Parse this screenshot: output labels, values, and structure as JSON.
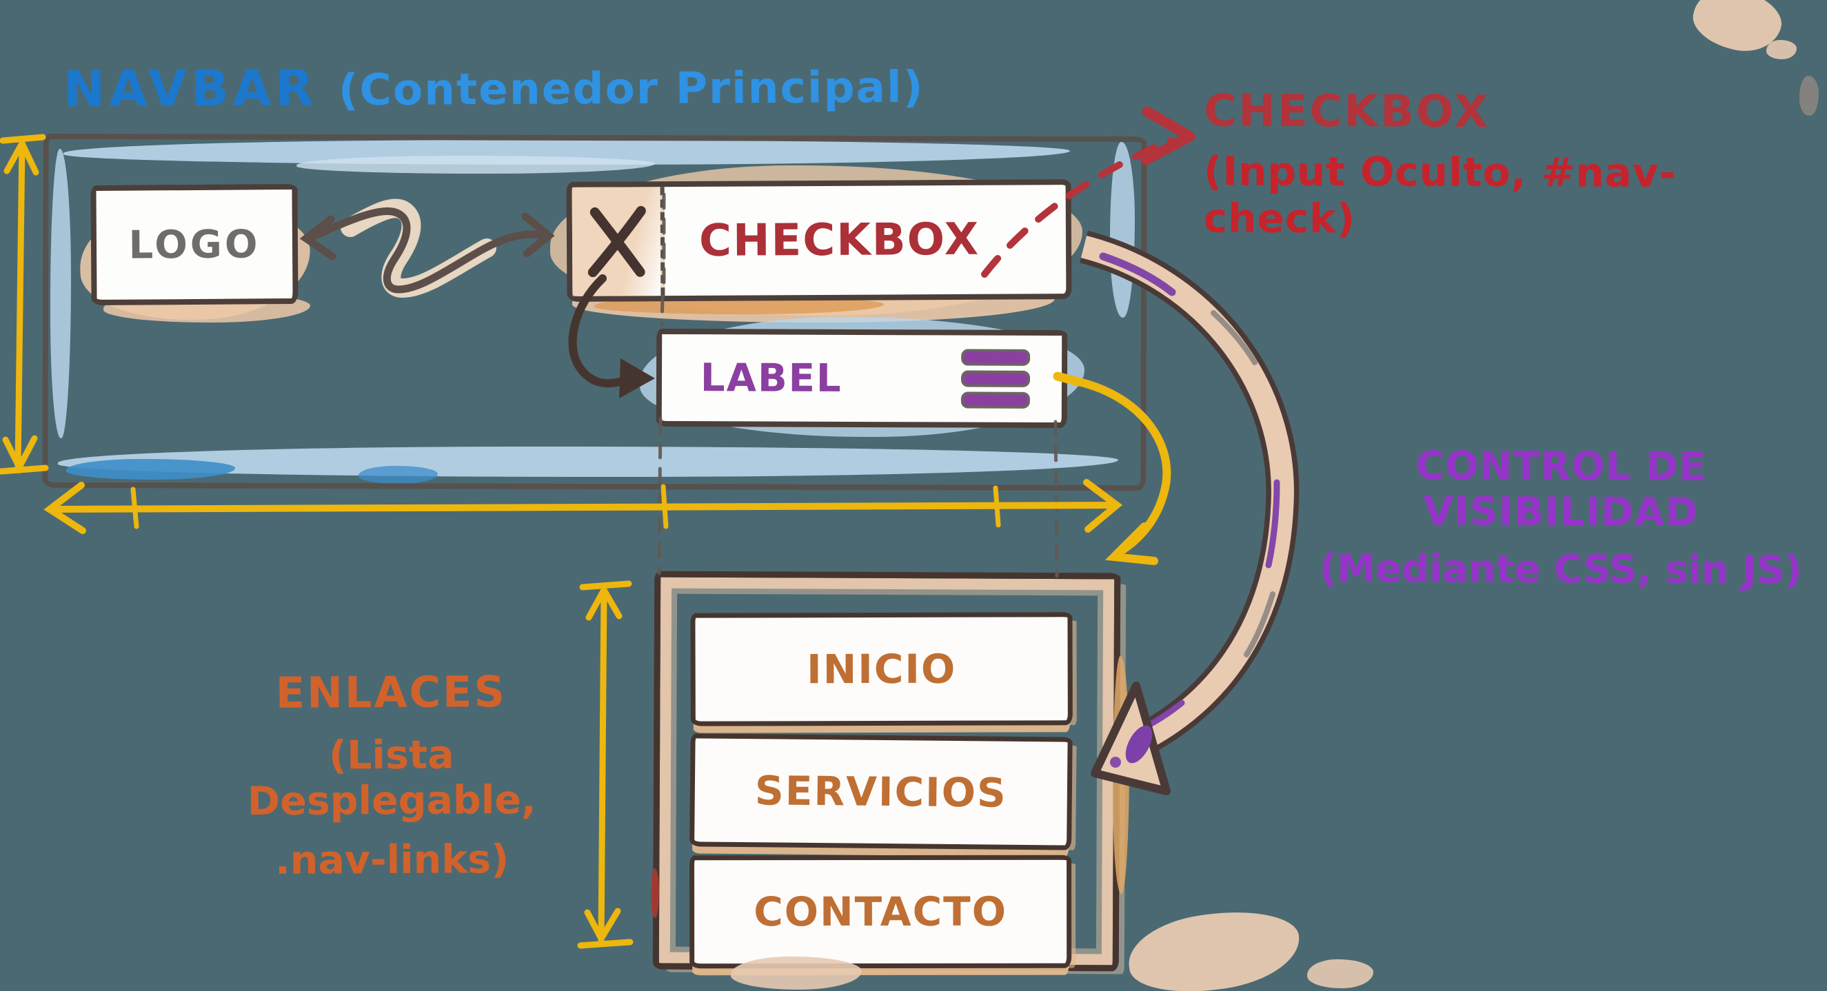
{
  "title": {
    "navbar": "NAVBAR",
    "paren": "(Contenedor Principal)"
  },
  "navbar": {
    "logo": "LOGO",
    "checkbox": "CHECKBOX",
    "label": "LABEL"
  },
  "menu": {
    "items": [
      "INICIO",
      "SERVICIOS",
      "CONTACTO"
    ]
  },
  "annotations": {
    "checkbox": {
      "title": "CHECKBOX",
      "subtitle": "(Input Oculto, #nav-check)"
    },
    "visibility": {
      "title": "CONTROL DE VISIBILIDAD",
      "subtitle": "(Mediante CSS, sin JS)"
    },
    "enlaces": {
      "title": "ENLACES",
      "line2": "(Lista Desplegable,",
      "line3": ".nav-links)"
    }
  },
  "icons": {
    "checkbox_mark": "x-mark-icon",
    "menu_toggle": "hamburger-icon"
  },
  "colors": {
    "background": "#4b6972",
    "title_blue": "#1c78cd",
    "title_blue_light": "#2f92e3",
    "annotation_red": "#c6232c",
    "annotation_purple": "#9634c9",
    "annotation_orange": "#d2622b",
    "menu_text_orange": "#bf6f33",
    "label_purple": "#8b3fa0",
    "checkbox_red": "#ac3038",
    "logo_gray": "#6f6c69",
    "measure_yellow": "#edb70e",
    "ink": "#46352f",
    "watercolor_tan": "#ecc9a8",
    "watercolor_blue": "#b9d5ea"
  }
}
